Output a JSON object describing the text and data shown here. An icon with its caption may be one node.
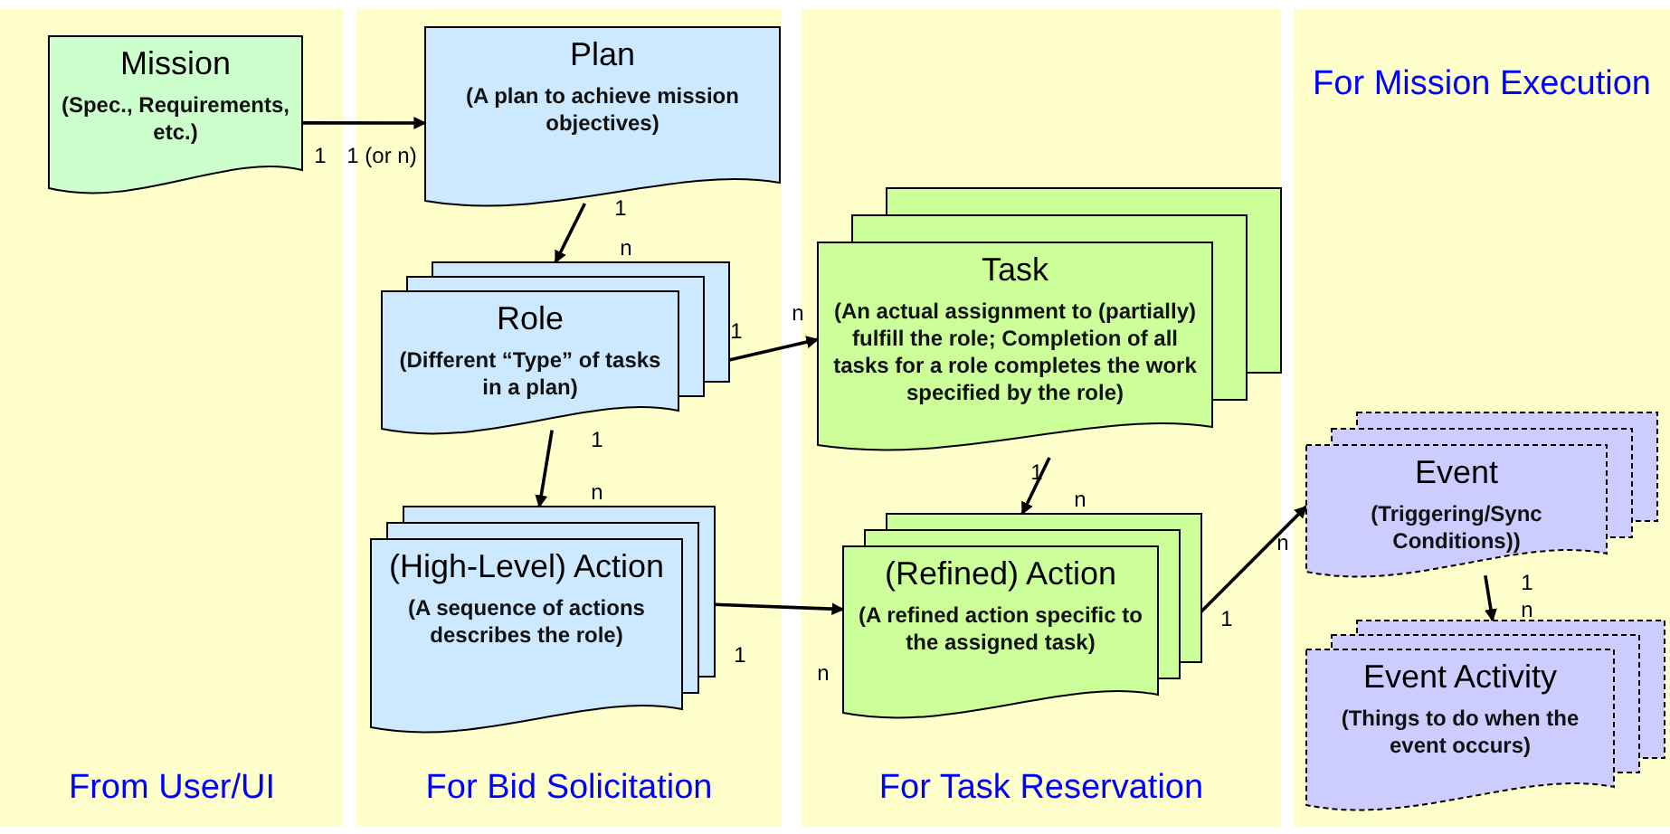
{
  "diagram": {
    "nodes": [
      {
        "text": [
          "From User/UI"
        ]
      },
      {
        "text": [
          "Mission",
          "(Spec., Requirements, etc.)"
        ],
        "in": 0
      },
      {
        "text": [
          "For Bid Solicitation"
        ]
      },
      {
        "text": [
          "Plan",
          "(A plan to achieve mission objectives)"
        ],
        "in": 2
      },
      {
        "text": [
          "Role",
          "(Different “Type” of tasks in a plan)"
        ],
        "in": 2
      },
      {
        "text": [
          "(High-Level) Action",
          "(A sequence of actions describes the role)"
        ],
        "in": 2
      },
      {
        "text": [
          "For Task Reservation"
        ]
      },
      {
        "text": [
          "Task",
          "(An actual assignment to (partially) fulfill the role; Completion of all tasks for a role completes the work specified by the role)"
        ],
        "in": 6
      },
      {
        "text": [
          "(Refined) Action",
          "(A refined action specific to the assigned task)"
        ],
        "in": 6
      },
      {
        "text": [
          "For Mission Execution"
        ]
      },
      {
        "text": [
          "Event",
          "(Triggering/Sync Conditions))"
        ],
        "in": 9
      },
      {
        "text": [
          "Event Activity",
          "(Things to do when the event occurs)"
        ],
        "in": 9
      }
    ],
    "edges": [
      {
        "from": 1,
        "to": 3,
        "arrow": "to"
      },
      {
        "from": 3,
        "to": 4,
        "arrow": "to"
      },
      {
        "from": 4,
        "to": 7,
        "arrow": "to"
      },
      {
        "from": 4,
        "to": 5,
        "arrow": "to"
      },
      {
        "from": 5,
        "to": 8,
        "arrow": "to"
      },
      {
        "from": 7,
        "to": 8,
        "arrow": "to"
      },
      {
        "from": 8,
        "to": 10,
        "arrow": "to"
      },
      {
        "from": 10,
        "to": 11,
        "arrow": "to"
      }
    ],
    "labels": [
      "1",
      "1 (or n)",
      "1",
      "n",
      "1",
      "n",
      "1",
      "n",
      "1",
      "n",
      "1",
      "n",
      "1",
      "n",
      "1",
      "n"
    ]
  }
}
